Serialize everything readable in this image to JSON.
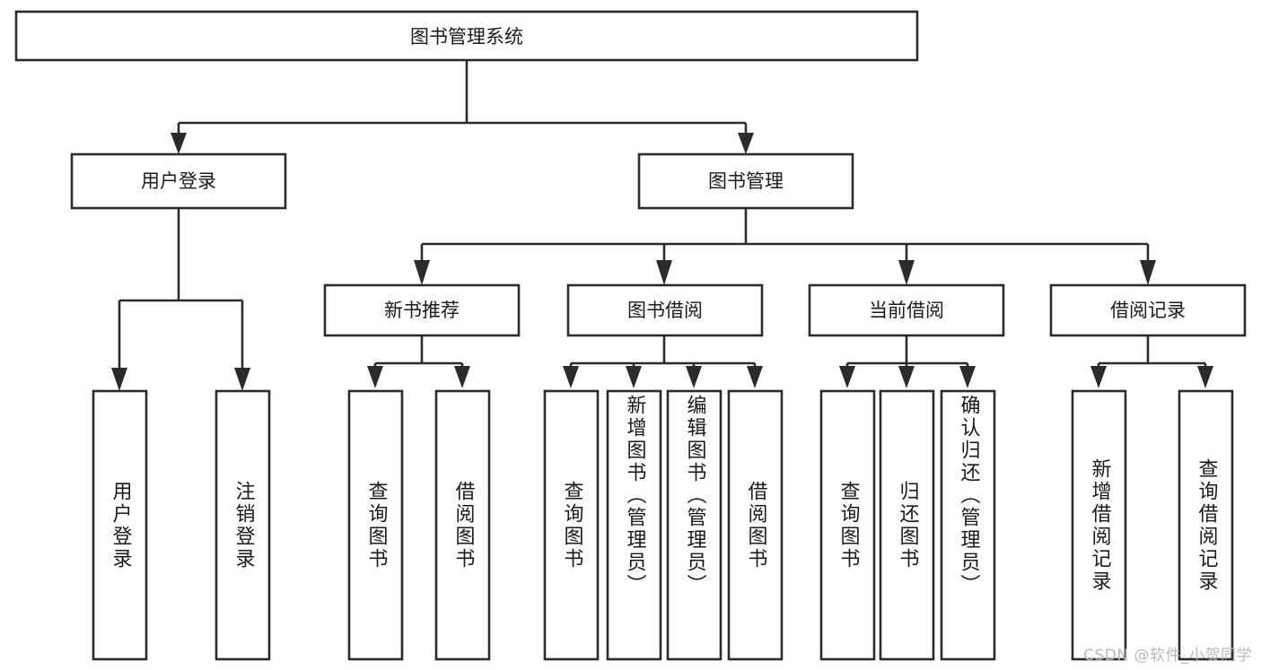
{
  "diagram": {
    "title": "图书管理系统",
    "watermark": "CSDN @软件_小贺同学",
    "colors": {
      "stroke": "#2b2b2b",
      "fill": "#ffffff",
      "text": "#1a1a1a",
      "watermark": "#b9b9b9",
      "background": "#ffffff"
    }
  },
  "chart_data": {
    "type": "tree-diagram",
    "title": "图书管理系统",
    "orientation": "top-down",
    "levels": 4,
    "nodes": [
      {
        "id": "root",
        "label": "图书管理系统",
        "level": 0,
        "parent": null,
        "orient": "horizontal"
      },
      {
        "id": "user-login",
        "label": "用户登录",
        "level": 1,
        "parent": "root",
        "orient": "horizontal"
      },
      {
        "id": "book-manage",
        "label": "图书管理",
        "level": 1,
        "parent": "root",
        "orient": "horizontal"
      },
      {
        "id": "login-do",
        "label": "用户登录",
        "level": 2,
        "parent": "user-login",
        "orient": "vertical"
      },
      {
        "id": "logout-do",
        "label": "注销登录",
        "level": 2,
        "parent": "user-login",
        "orient": "vertical"
      },
      {
        "id": "new-book-rec",
        "label": "新书推荐",
        "level": 2,
        "parent": "book-manage",
        "orient": "horizontal"
      },
      {
        "id": "book-borrow",
        "label": "图书借阅",
        "level": 2,
        "parent": "book-manage",
        "orient": "horizontal"
      },
      {
        "id": "current-borrow",
        "label": "当前借阅",
        "level": 2,
        "parent": "book-manage",
        "orient": "horizontal"
      },
      {
        "id": "borrow-record",
        "label": "借阅记录",
        "level": 2,
        "parent": "book-manage",
        "orient": "horizontal"
      },
      {
        "id": "rec-query",
        "label": "查询图书",
        "level": 3,
        "parent": "new-book-rec",
        "orient": "vertical"
      },
      {
        "id": "rec-borrow",
        "label": "借阅图书",
        "level": 3,
        "parent": "new-book-rec",
        "orient": "vertical"
      },
      {
        "id": "bb-query",
        "label": "查询图书",
        "level": 3,
        "parent": "book-borrow",
        "orient": "vertical"
      },
      {
        "id": "bb-add",
        "label": "新增图书（管理员）",
        "level": 3,
        "parent": "book-borrow",
        "orient": "vertical"
      },
      {
        "id": "bb-edit",
        "label": "编辑图书（管理员）",
        "level": 3,
        "parent": "book-borrow",
        "orient": "vertical"
      },
      {
        "id": "bb-borrow",
        "label": "借阅图书",
        "level": 3,
        "parent": "book-borrow",
        "orient": "vertical"
      },
      {
        "id": "cb-query",
        "label": "查询图书",
        "level": 3,
        "parent": "current-borrow",
        "orient": "vertical"
      },
      {
        "id": "cb-return",
        "label": "归还图书",
        "level": 3,
        "parent": "current-borrow",
        "orient": "vertical"
      },
      {
        "id": "cb-confirm",
        "label": "确认归还（管理员）",
        "level": 3,
        "parent": "current-borrow",
        "orient": "vertical"
      },
      {
        "id": "br-add",
        "label": "新增借阅记录",
        "level": 3,
        "parent": "borrow-record",
        "orient": "vertical"
      },
      {
        "id": "br-query",
        "label": "查询借阅记录",
        "level": 3,
        "parent": "borrow-record",
        "orient": "vertical"
      }
    ],
    "edges": [
      {
        "from": "root",
        "to": "user-login"
      },
      {
        "from": "root",
        "to": "book-manage"
      },
      {
        "from": "user-login",
        "to": "login-do"
      },
      {
        "from": "user-login",
        "to": "logout-do"
      },
      {
        "from": "book-manage",
        "to": "new-book-rec"
      },
      {
        "from": "book-manage",
        "to": "book-borrow"
      },
      {
        "from": "book-manage",
        "to": "current-borrow"
      },
      {
        "from": "book-manage",
        "to": "borrow-record"
      },
      {
        "from": "new-book-rec",
        "to": "rec-query"
      },
      {
        "from": "new-book-rec",
        "to": "rec-borrow"
      },
      {
        "from": "book-borrow",
        "to": "bb-query"
      },
      {
        "from": "book-borrow",
        "to": "bb-add"
      },
      {
        "from": "book-borrow",
        "to": "bb-edit"
      },
      {
        "from": "book-borrow",
        "to": "bb-borrow"
      },
      {
        "from": "current-borrow",
        "to": "cb-query"
      },
      {
        "from": "current-borrow",
        "to": "cb-return"
      },
      {
        "from": "current-borrow",
        "to": "cb-confirm"
      },
      {
        "from": "borrow-record",
        "to": "br-add"
      },
      {
        "from": "borrow-record",
        "to": "br-query"
      }
    ]
  },
  "labels": {
    "root": "图书管理系统",
    "user_login": "用户登录",
    "book_manage": "图书管理",
    "login_do": "用户登录",
    "logout_do": "注销登录",
    "new_book_rec": "新书推荐",
    "book_borrow": "图书借阅",
    "current_borrow": "当前借阅",
    "borrow_record": "借阅记录",
    "rec_query": "查询图书",
    "rec_borrow": "借阅图书",
    "bb_query": "查询图书",
    "bb_add": "新增图书（管理员）",
    "bb_edit": "编辑图书（管理员）",
    "bb_borrow": "借阅图书",
    "cb_query": "查询图书",
    "cb_return": "归还图书",
    "cb_confirm": "确认归还（管理员）",
    "br_add": "新增借阅记录",
    "br_query": "查询借阅记录",
    "watermark": "CSDN @软件_小贺同学"
  }
}
